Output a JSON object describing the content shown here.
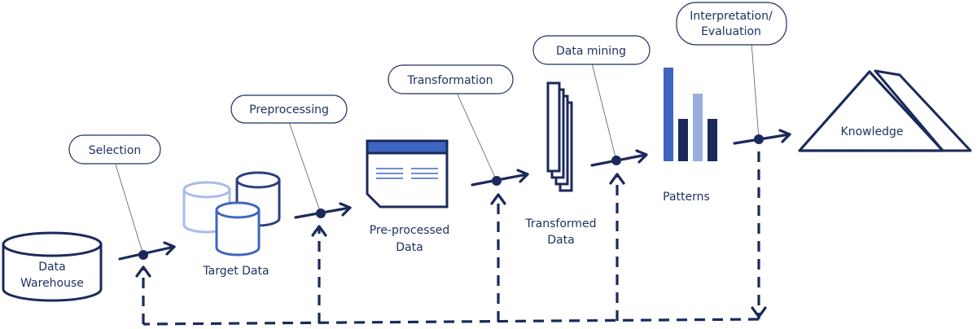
{
  "stages": {
    "data_warehouse": {
      "line1": "Data",
      "line2": "Warehouse"
    },
    "target_data": {
      "label": "Target Data"
    },
    "preprocessed_data": {
      "line1": "Pre-processed",
      "line2": "Data"
    },
    "transformed_data": {
      "line1": "Transformed",
      "line2": "Data"
    },
    "patterns": {
      "label": "Patterns"
    },
    "knowledge": {
      "label": "Knowledge"
    }
  },
  "steps": {
    "selection": "Selection",
    "preprocessing": "Preprocessing",
    "transformation": "Transformation",
    "data_mining": "Data mining",
    "interpretation": {
      "line1": "Interpretation/",
      "line2": "Evaluation"
    }
  },
  "colors": {
    "navy": "#1b2a5b",
    "blue": "#3e66c0",
    "light_blue": "#9aaedc",
    "pale_blue": "#a9bce6"
  }
}
